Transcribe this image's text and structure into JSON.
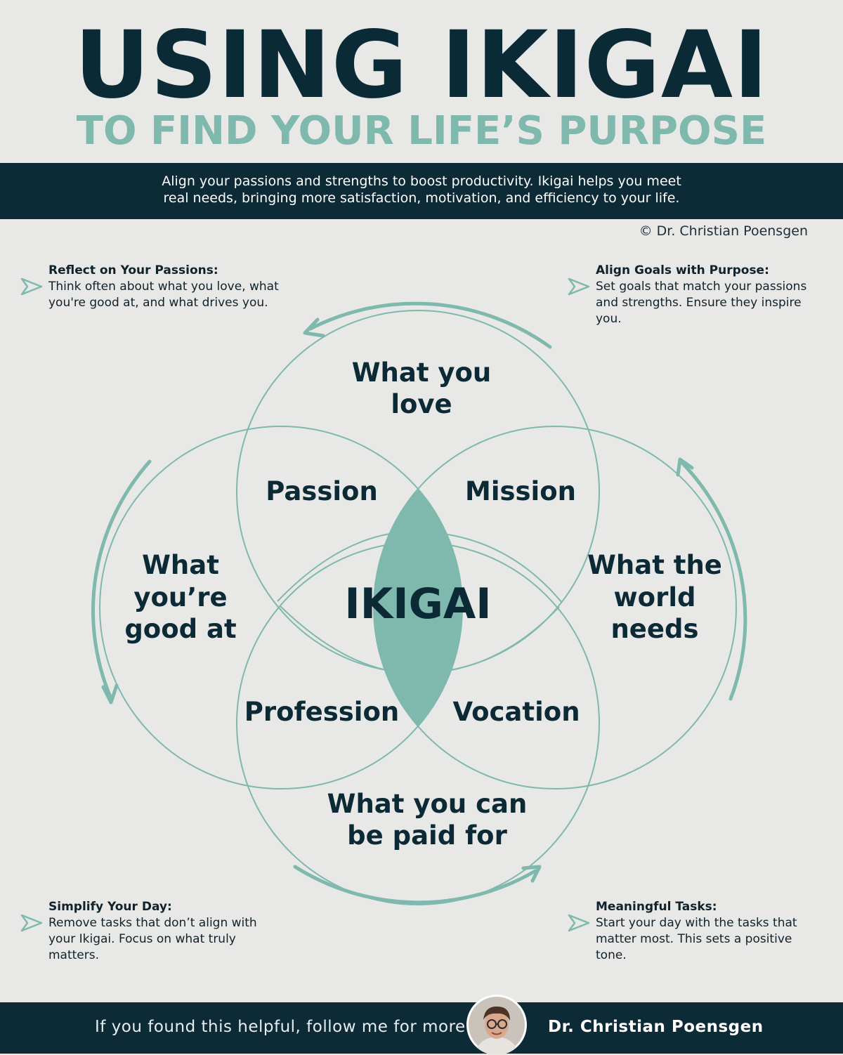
{
  "header": {
    "title": "USING IKIGAI",
    "subtitle": "TO FIND YOUR LIFE’S PURPOSE",
    "intro_line1": "Align your passions and strengths to boost productivity. Ikigai helps you meet",
    "intro_line2": "real needs, bringing more satisfaction, motivation, and efficiency to your life.",
    "copyright": "© Dr. Christian Poensgen"
  },
  "tips": [
    {
      "title": "Reflect on Your Passions:",
      "body": "Think often about what you love, what you're good at, and what drives you."
    },
    {
      "title": "Align Goals with Purpose:",
      "body": "Set goals that match your passions and strengths. Ensure they inspire you."
    },
    {
      "title": "Simplify Your Day:",
      "body": "Remove tasks that don’t align with your Ikigai. Focus on what truly matters."
    },
    {
      "title": "Meaningful Tasks:",
      "body": "Start your day with the tasks that matter most. This sets a positive tone."
    }
  ],
  "diagram": {
    "circles": {
      "love": [
        "What you",
        "love"
      ],
      "good": [
        "What",
        "you’re",
        "good at"
      ],
      "world": [
        "What the",
        "world",
        "needs"
      ],
      "paid": [
        "What you can",
        "be paid for"
      ]
    },
    "overlaps": {
      "passion": "Passion",
      "mission": "Mission",
      "profession": "Profession",
      "vocation": "Vocation"
    },
    "center": "IKIGAI"
  },
  "colors": {
    "navy": "#0d2a37",
    "teal": "#7fb8ad",
    "background": "#e8e8e7"
  },
  "footer": {
    "cta": "If you found this helpful, follow me for more",
    "name": "Dr. Christian Poensgen"
  }
}
